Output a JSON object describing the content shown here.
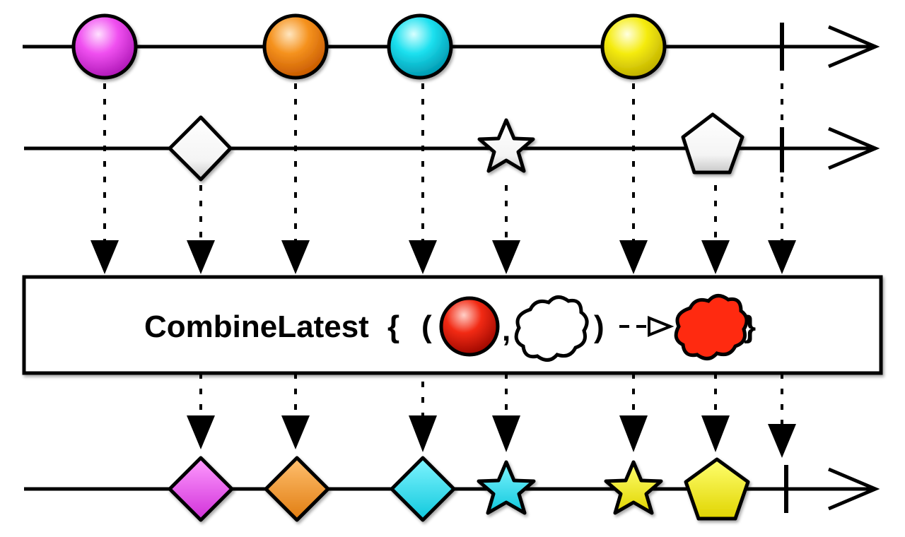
{
  "operator": {
    "name": "CombineLatest",
    "open_brace": "{",
    "open_paren": "(",
    "comma": ",",
    "close_paren": ")",
    "close_brace": "}"
  },
  "colors": {
    "magenta": "#f04cf0",
    "orange": "#f5921e",
    "cyan": "#1cdcec",
    "yellow": "#f5ea10",
    "white": "#ffffff",
    "red": "#ff2a10",
    "line": "#000000"
  },
  "streams": {
    "source_a": [
      "magenta-circle",
      "orange-circle",
      "cyan-circle",
      "yellow-circle",
      "completion"
    ],
    "source_b": [
      "white-diamond",
      "white-star",
      "white-pentagon",
      "completion"
    ],
    "result": [
      "magenta-diamond",
      "orange-diamond",
      "cyan-diamond",
      "cyan-star",
      "yellow-star",
      "yellow-pentagon",
      "completion"
    ]
  }
}
